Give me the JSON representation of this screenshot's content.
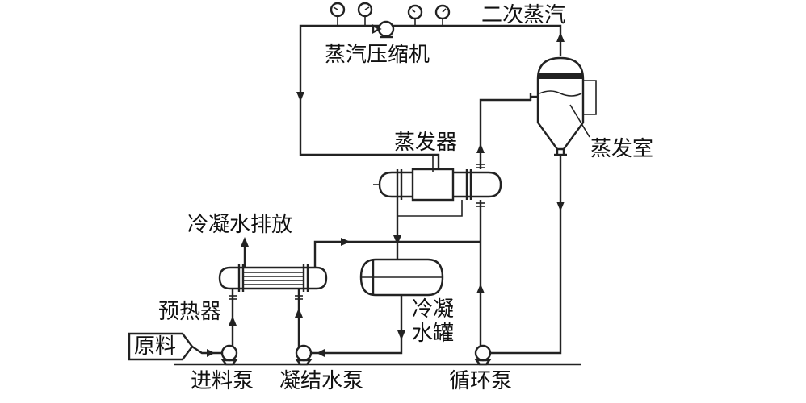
{
  "labels": {
    "secondary_steam": "二次蒸汽",
    "vapor_compressor": "蒸汽压缩机",
    "evaporator": "蒸发器",
    "evaporation_chamber": "蒸发室",
    "condensate_discharge": "冷凝水排放",
    "preheater": "预热器",
    "raw_material": "原料",
    "condensate_tank": "冷凝\n水罐",
    "feed_pump": "进料泵",
    "condensate_pump": "凝结水泵",
    "circulation_pump": "循环泵"
  }
}
